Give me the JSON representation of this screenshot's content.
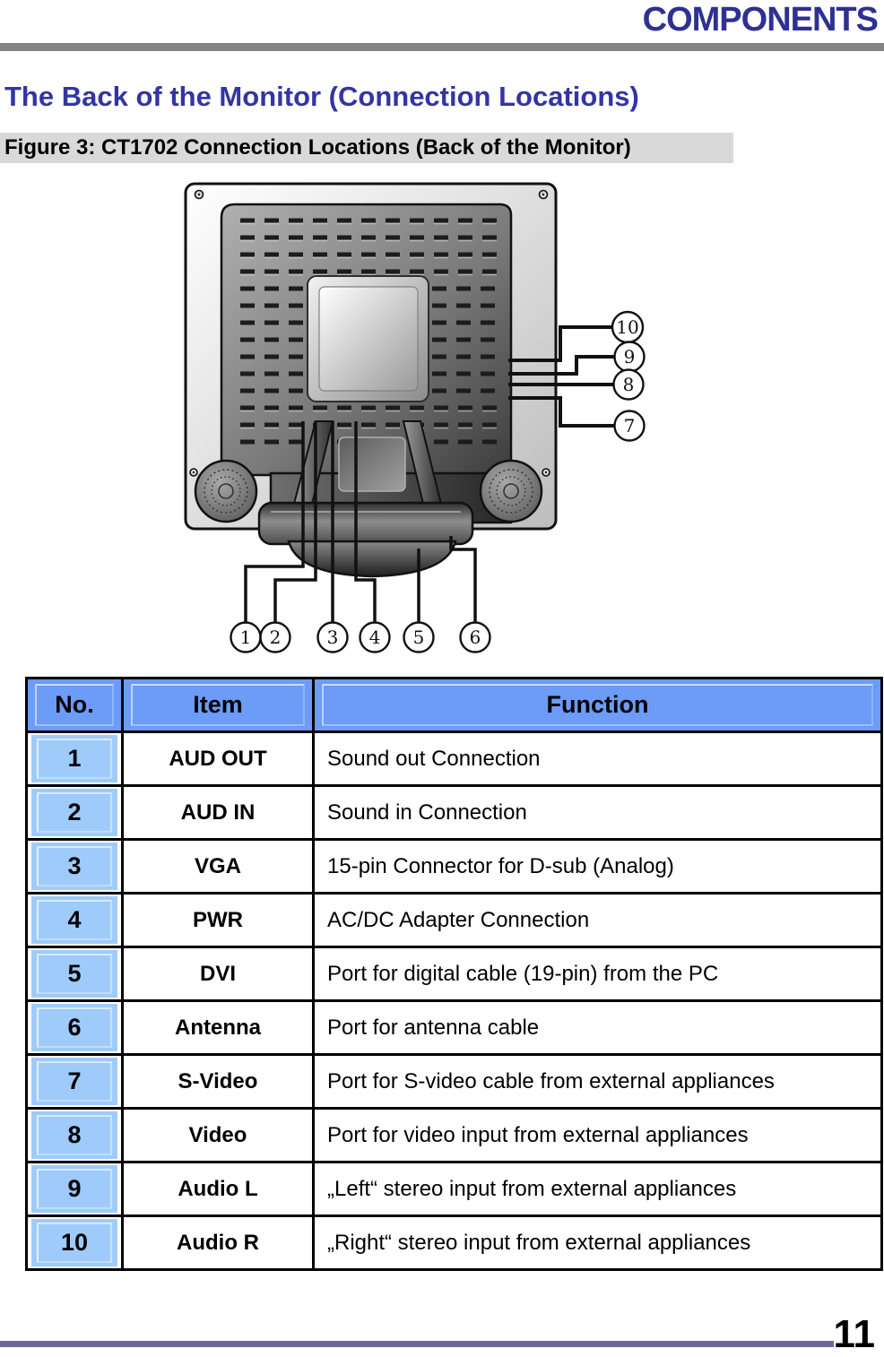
{
  "page": {
    "header_tag": "COMPONENTS",
    "title": "The Back of the Monitor (Connection Locations)",
    "figure_caption": "Figure 3: CT1702 Connection Locations (Back of the Monitor)",
    "page_number": "11"
  },
  "colors": {
    "header_tag_blue": "#2E3192",
    "title_blue": "#3335A3",
    "caption_bg_gray": "#D9D9D9",
    "top_rule_gray": "#848484",
    "footer_rule_blue": "#6A6A9E",
    "table_header_bg": "#6C9BF8",
    "table_number_bg": "#9FCBFB"
  },
  "diagram": {
    "description": "Back view of CT1702 monitor with numbered connection callouts",
    "callouts_bottom": [
      "1",
      "2",
      "3",
      "4",
      "5",
      "6"
    ],
    "callouts_right": [
      "10",
      "9",
      "8",
      "7"
    ]
  },
  "table": {
    "headers": [
      "No.",
      "Item",
      "Function"
    ],
    "rows": [
      {
        "no": "1",
        "item": "AUD OUT",
        "function": "Sound out Connection"
      },
      {
        "no": "2",
        "item": "AUD IN",
        "function": "Sound in Connection"
      },
      {
        "no": "3",
        "item": "VGA",
        "function": "15-pin Connector for D-sub (Analog)"
      },
      {
        "no": "4",
        "item": "PWR",
        "function": "AC/DC Adapter Connection"
      },
      {
        "no": "5",
        "item": "DVI",
        "function": "Port for digital cable (19-pin) from the PC"
      },
      {
        "no": "6",
        "item": "Antenna",
        "function": "Port for antenna cable"
      },
      {
        "no": "7",
        "item": "S-Video",
        "function": "Port for S-video cable from external appliances"
      },
      {
        "no": "8",
        "item": "Video",
        "function": "Port for video input from external appliances"
      },
      {
        "no": "9",
        "item": "Audio L",
        "function": "„Left“ stereo input from external appliances"
      },
      {
        "no": "10",
        "item": "Audio R",
        "function": "„Right“ stereo input from external appliances"
      }
    ]
  }
}
